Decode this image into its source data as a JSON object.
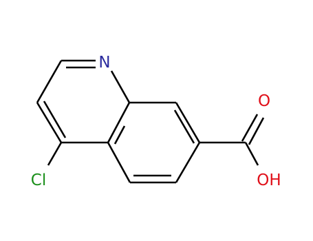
{
  "molecule": {
    "atoms": {
      "nitrogen": {
        "label": "N",
        "color": "#2b2b9e"
      },
      "chlorine": {
        "label": "Cl",
        "color": "#1a8f1a"
      },
      "carbonyl_oxygen": {
        "label": "O",
        "color": "#e0101a"
      },
      "hydroxyl": {
        "label": "OH",
        "color": "#e0101a"
      }
    },
    "bond_color": "#000000"
  }
}
